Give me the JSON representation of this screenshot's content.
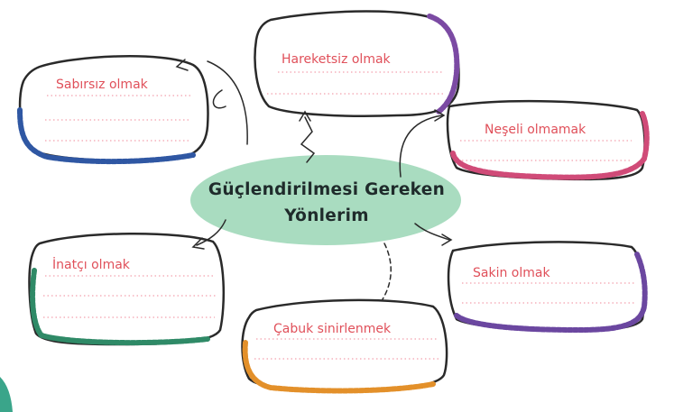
{
  "center": {
    "line1": "Güçlendirilmesi Gereken",
    "line2": "Yönlerim",
    "fill": "#a9dcc0"
  },
  "bubbles": [
    {
      "label": "Sabırsız olmak",
      "color": "#2f57a3"
    },
    {
      "label": "Hareketsiz olmak",
      "color": "#7b4aa3"
    },
    {
      "label": "Neşeli olmamak",
      "color": "#d04b78"
    },
    {
      "label": "İnatçı olmak",
      "color": "#2f8a67"
    },
    {
      "label": "Sakin olmak",
      "color": "#6b47a0"
    },
    {
      "label": "Çabuk sinirlenmek",
      "color": "#e3902a"
    }
  ],
  "colors": {
    "text": "#e0505a",
    "dotted_line": "#f08a9a",
    "outline": "#2a2a2a",
    "corner_tab": "#3aa58a"
  }
}
